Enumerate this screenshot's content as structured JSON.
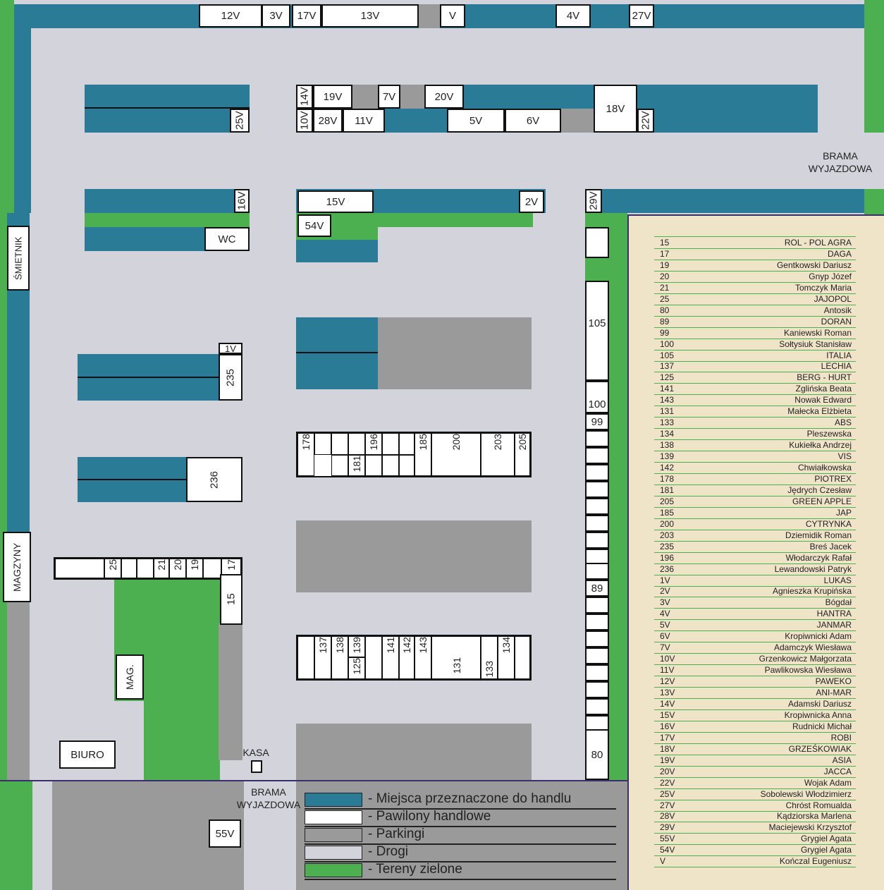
{
  "stands": {
    "s12v": "12V",
    "s3v": "3V",
    "s17v": "17V",
    "s13v": "13V",
    "sv": "V",
    "s4v": "4V",
    "s27v": "27V",
    "s25v": "25V",
    "s14v": "14V",
    "s19v": "19V",
    "s7v": "7V",
    "s20v": "20V",
    "s18v": "18V",
    "s10v": "10V",
    "s28v": "28V",
    "s11v": "11V",
    "s5v": "5V",
    "s6v": "6V",
    "s22v": "22V",
    "s16v": "16V",
    "swc": "WC",
    "s15v": "15V",
    "s2v": "2V",
    "s54v": "54V",
    "s29v": "29V",
    "s1v": "1V",
    "s235": "235",
    "s236": "236",
    "s55v": "55V"
  },
  "pavilions": {
    "row1": [
      "178",
      "181",
      "196",
      "185",
      "200",
      "203",
      "205"
    ],
    "row2": [
      "137",
      "138",
      "139",
      "125",
      "141",
      "142",
      "143",
      "131",
      "133",
      "134"
    ],
    "left": [
      "25",
      "21",
      "20",
      "19",
      "17",
      "15"
    ],
    "right": [
      "105",
      "100",
      "99",
      "89",
      "80"
    ]
  },
  "buildings": {
    "smietnik": "ŚMIETNIK",
    "magazyny": "MAGZYNY",
    "mag": "MAG.",
    "biuro": "BIURO",
    "kasa": "KASA"
  },
  "gates": {
    "right": "BRAMA WYJAZDOWA",
    "bottom": "BRAMA WYJAZDOWA"
  },
  "legend": [
    {
      "label": "- Miejsca przeznaczone do handlu",
      "color": "#2a7b96"
    },
    {
      "label": "- Pawilony handlowe",
      "color": "#ffffff"
    },
    {
      "label": "- Parkingi",
      "color": "#9a9a9a"
    },
    {
      "label": "- Drogi",
      "color": "#d3d3db"
    },
    {
      "label": "- Tereny zielone",
      "color": "#4caf50"
    }
  ],
  "tenants": [
    [
      "15",
      "ROL - POL AGRA"
    ],
    [
      "17",
      "DAGA"
    ],
    [
      "19",
      "Gentkowski Dariusz"
    ],
    [
      "20",
      "Gnyp Józef"
    ],
    [
      "21",
      "Tomczyk Maria"
    ],
    [
      "25",
      "JAJOPOL"
    ],
    [
      "80",
      "Antosik"
    ],
    [
      "89",
      "DORAN"
    ],
    [
      "99",
      "Kaniewski Roman"
    ],
    [
      "100",
      "Sołtysiuk Stanisław"
    ],
    [
      "105",
      "ITALIA"
    ],
    [
      "137",
      "LECHIA"
    ],
    [
      "125",
      "BERG - HURT"
    ],
    [
      "141",
      "Zglińska Beata"
    ],
    [
      "143",
      "Nowak Edward"
    ],
    [
      "131",
      "Małecka Elżbieta"
    ],
    [
      "133",
      "ABS"
    ],
    [
      "134",
      "Pleszewska"
    ],
    [
      "138",
      "Kukiełka Andrzej"
    ],
    [
      "139",
      "VIS"
    ],
    [
      "142",
      "Chwiałkowska"
    ],
    [
      "178",
      "PIOTREX"
    ],
    [
      "181",
      "Jędrych Czesław"
    ],
    [
      "205",
      "GREEN APPLE"
    ],
    [
      "185",
      "JAP"
    ],
    [
      "200",
      "CYTRYNKA"
    ],
    [
      "203",
      "Dziemidik Roman"
    ],
    [
      "235",
      "Breś Jacek"
    ],
    [
      "196",
      "Włodarczyk Rafał"
    ],
    [
      "236",
      "Lewandowski Patryk"
    ],
    [
      "1V",
      "LUKAS"
    ],
    [
      "2V",
      "Agnieszka Krupińska"
    ],
    [
      "3V",
      "Bógdał"
    ],
    [
      "4V",
      "HANTRA"
    ],
    [
      "5V",
      "JANMAR"
    ],
    [
      "6V",
      "Kropiwnicki Adam"
    ],
    [
      "7V",
      "Adamczyk Wiesława"
    ],
    [
      "10V",
      "Grzenkowicz Małgorzata"
    ],
    [
      "11V",
      "Pawlikowska Wiesława"
    ],
    [
      "12V",
      "PAWEKO"
    ],
    [
      "13V",
      "ANI-MAR"
    ],
    [
      "14V",
      "Adamski Dariusz"
    ],
    [
      "15V",
      "Kropiwnicka Anna"
    ],
    [
      "16V",
      "Rudnicki Michał"
    ],
    [
      "17V",
      "ROBI"
    ],
    [
      "18V",
      "GRZEŚKOWIAK"
    ],
    [
      "19V",
      "ASIA"
    ],
    [
      "20V",
      "JACCA"
    ],
    [
      "22V",
      "Wojak Adam"
    ],
    [
      "25V",
      "Sobolewski Włodzimierz"
    ],
    [
      "27V",
      "Chróst Romualda"
    ],
    [
      "28V",
      "Kądziorska Marlena"
    ],
    [
      "29V",
      "Maciejewski Krzysztof"
    ],
    [
      "55V",
      "Grygiel Agata"
    ],
    [
      "54V",
      "Grygiel Agata"
    ],
    [
      "V",
      "Kończal Eugeniusz"
    ]
  ]
}
